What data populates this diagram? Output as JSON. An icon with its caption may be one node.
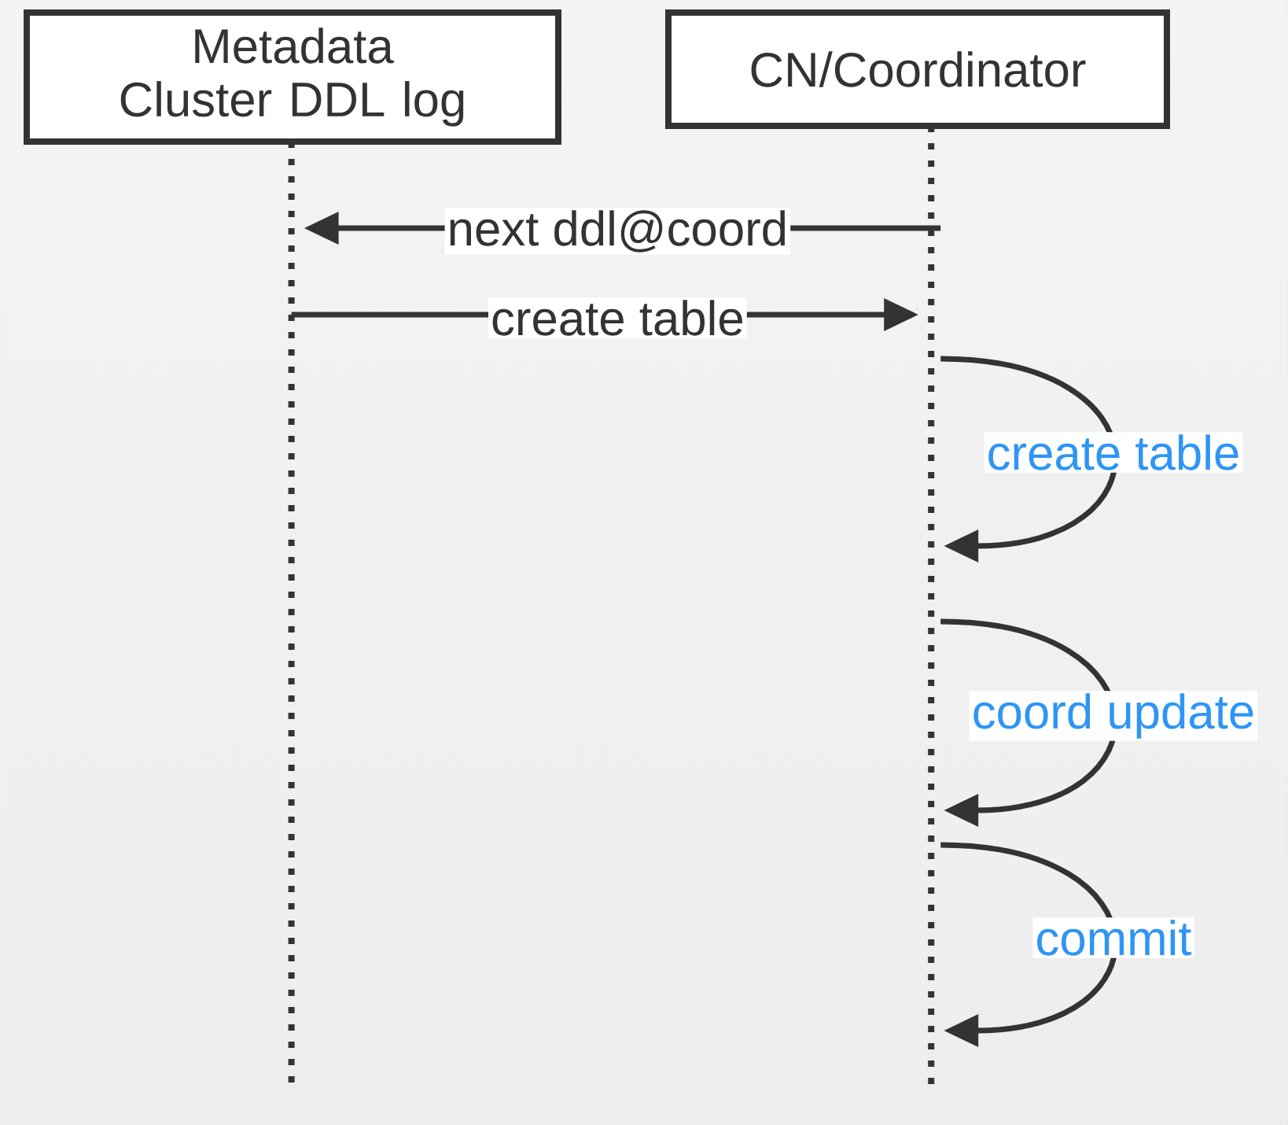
{
  "diagram": {
    "nodes": [
      {
        "text": [
          "Metadata Cluster DDL log"
        ]
      },
      {
        "text": [
          "CN/Coordinator"
        ]
      }
    ],
    "edges": [
      {
        "from": 1,
        "to": 0,
        "arrow": "to",
        "label": "next ddl@coord"
      },
      {
        "from": 0,
        "to": 1,
        "arrow": "to",
        "label": "create table"
      },
      {
        "from": 1,
        "to": 1,
        "arrow": "to",
        "label": "create table"
      },
      {
        "from": 1,
        "to": 1,
        "arrow": "to",
        "label": "coord update"
      },
      {
        "from": 1,
        "to": 1,
        "arrow": "to",
        "label": "commit"
      }
    ]
  }
}
